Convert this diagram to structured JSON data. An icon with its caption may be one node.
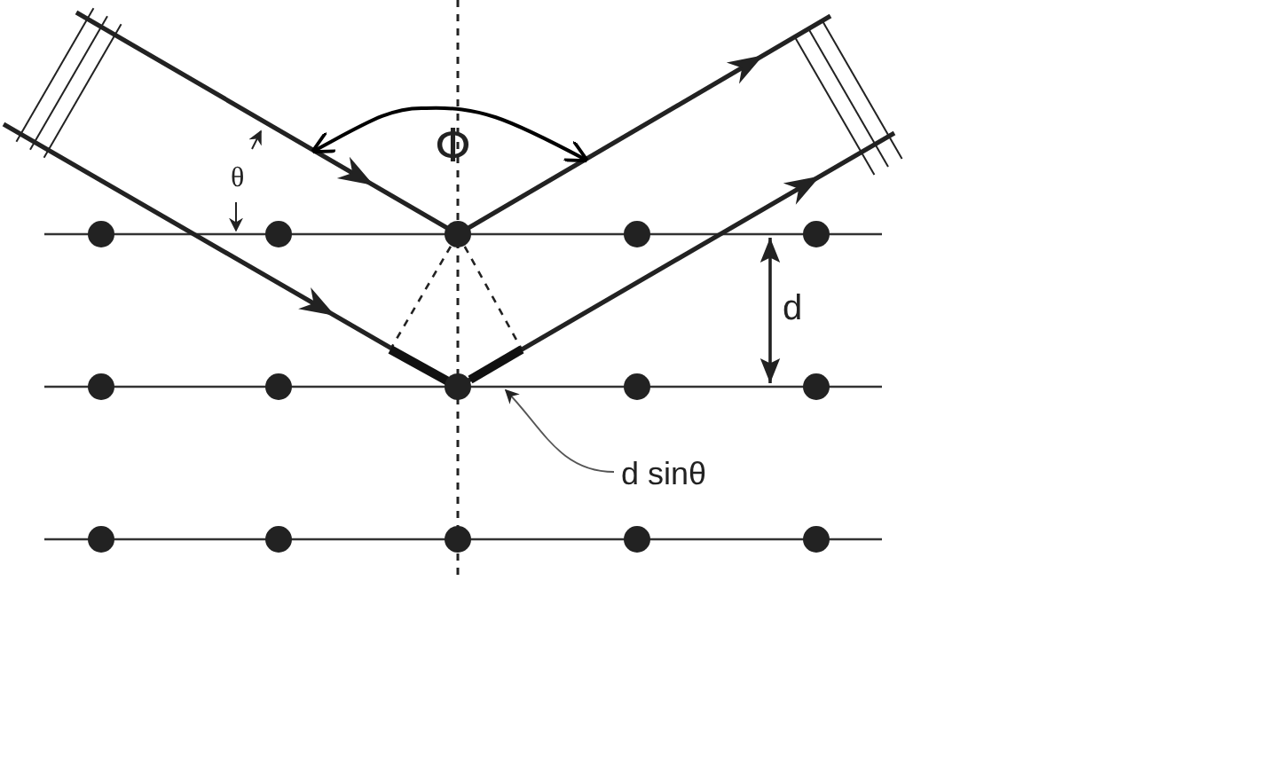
{
  "diagram": {
    "nodes": [
      {
        "text": [
          "d sinθ"
        ]
      },
      {
        "text": [],
        "shape": "bar"
      }
    ],
    "edges": [
      {
        "from": 0,
        "to": 1,
        "arrow": "to"
      }
    ],
    "labels": [
      "θ",
      "Φ",
      "d"
    ]
  }
}
